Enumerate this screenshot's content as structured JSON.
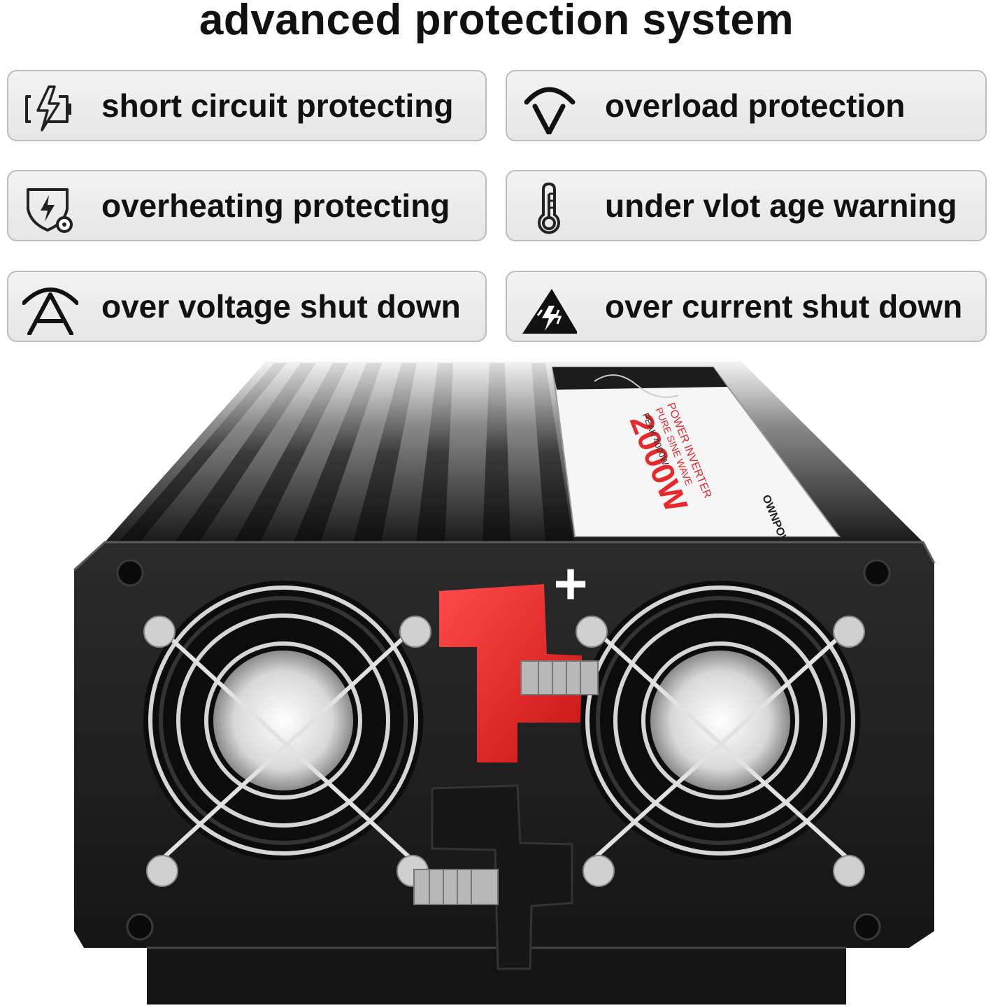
{
  "title": "advanced protection system",
  "features": [
    {
      "label": "short circuit protecting",
      "icon": "battery-bolt-icon"
    },
    {
      "label": "overload protection",
      "icon": "overload-v-icon"
    },
    {
      "label": "overheating protecting",
      "icon": "shield-bolt-icon"
    },
    {
      "label": "under vlot age warning",
      "icon": "thermometer-icon"
    },
    {
      "label": "over voltage shut down",
      "icon": "arc-a-icon"
    },
    {
      "label": "over current shut down",
      "icon": "warning-triangle-bolt-icon"
    }
  ],
  "product": {
    "name": "power-inverter",
    "terminal_positive": "+",
    "accent_red": "#e8282b",
    "body_color": "#1c1c1c"
  }
}
